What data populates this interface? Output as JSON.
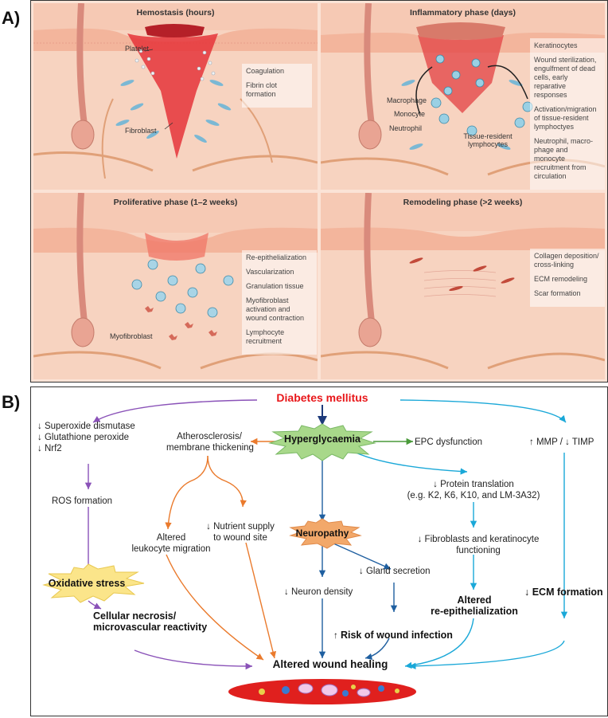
{
  "panel_labels": {
    "a": "A)",
    "b": "B)"
  },
  "panel_a": {
    "q1": {
      "title": "Hemostasis (hours)",
      "platelet": "Platelet",
      "fibroblast": "Fibroblast",
      "steps": [
        "Coagulation",
        "Fibrin clot formation"
      ]
    },
    "q2": {
      "title": "Inflammatory phase (days)",
      "macrophage": "Macrophage",
      "monocyte": "Monocyte",
      "neutrophil": "Neutrophil",
      "tissue_resident": "Tissue-resident lymphocytes",
      "steps": [
        "Keratinocytes",
        "Wound sterilization, engulfment of dead cells, early reparative responses",
        "Activation/migration of tissue-resident lymphoctyes",
        "Neutrophil, macro-phage and monocyte recruitment from circulation"
      ]
    },
    "q3": {
      "title": "Proliferative phase (1–2 weeks)",
      "myofibroblast": "Myofibroblast",
      "steps": [
        "Re-epithelialization",
        "Vascularization",
        "Granulation tissue",
        "Myofibroblast activation and wound contraction",
        "Lymphocyte recruitment"
      ]
    },
    "q4": {
      "title": "Remodeling phase (>2 weeks)",
      "steps": [
        "Collagen deposition/ cross-linking",
        "ECM remodeling",
        "Scar formation"
      ]
    }
  },
  "panel_b": {
    "diabetes": "Diabetes mellitus",
    "hyperglycaemia": "Hyperglycaemia",
    "epc": "EPC dysfunction",
    "antiox": [
      "↓ Superoxide dismutase",
      "↓ Glutathione peroxide",
      "↓ Nrf2"
    ],
    "athero": [
      "Atherosclerosis/",
      "membrane thickening"
    ],
    "mmp": "↑ MMP / ↓ TIMP",
    "ros": "ROS formation",
    "protein": [
      "↓ Protein translation",
      "(e.g. K2, K6, K10, and LM-3A32)"
    ],
    "neuropathy": "Neuropathy",
    "nutrient": [
      "↓ Nutrient supply",
      "to wound site"
    ],
    "leukocyte": [
      "Altered",
      "leukocyte migration"
    ],
    "fibro": [
      "↓ Fibroblasts and keratinocyte",
      "functioning"
    ],
    "gland": "↓ Gland secretion",
    "oxidative": "Oxidative stress",
    "neuron": "↓ Neuron density",
    "reepi": [
      "Altered",
      "re-epithelialization"
    ],
    "ecm": "↓ ECM formation",
    "necrosis": [
      "Cellular necrosis/",
      "microvascular reactivity"
    ],
    "infection_arrow": "↑",
    "infection": "Risk of wound infection",
    "altered": "Altered wound healing"
  },
  "colors": {
    "red": "#e8171a",
    "purple": "#8a52b8",
    "orange": "#ea7a2c",
    "blue": "#1f5fa0",
    "cyan": "#1aa8d8",
    "green": "#4a9a3a",
    "navy": "#1d3a7a"
  }
}
